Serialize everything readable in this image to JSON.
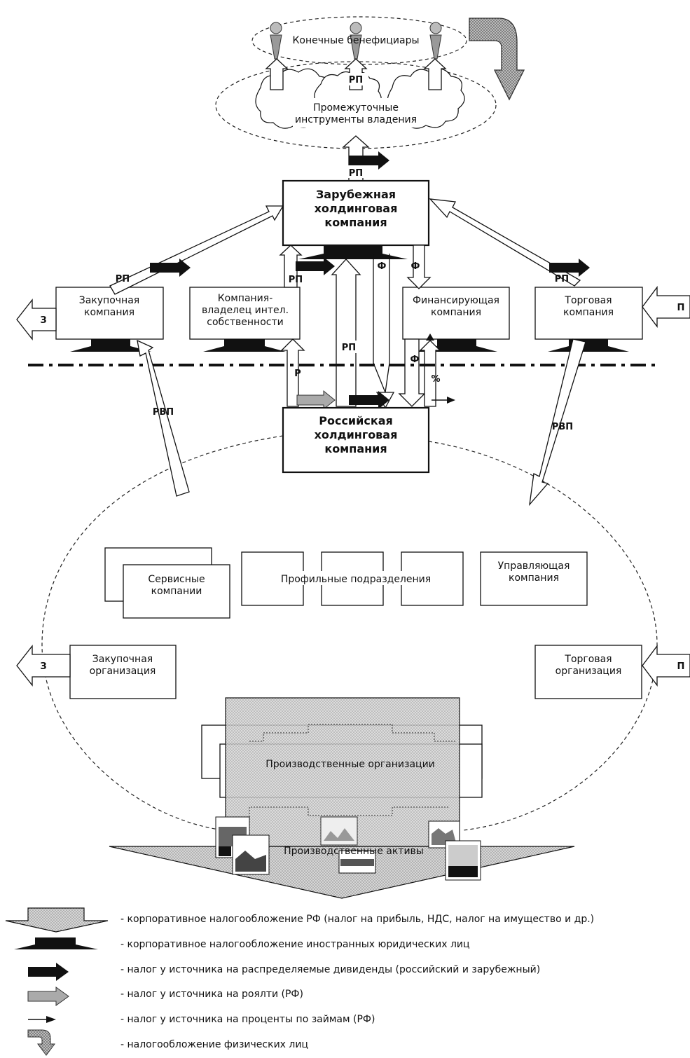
{
  "top": {
    "beneficiaries": "Конечные бенефициары",
    "intermediate_line1": "Промежуточные",
    "intermediate_line2": "инструменты владения"
  },
  "foreign_holding": [
    "Зарубежная",
    "холдинговая",
    "компания"
  ],
  "russian_holding": [
    "Российская",
    "холдинговая",
    "компания"
  ],
  "offshore_row": {
    "procurement": [
      "Закупочная",
      "компания"
    ],
    "ip_owner": [
      "Компания-",
      "владелец интел.",
      "собственности"
    ],
    "financing": [
      "Финансирующая",
      "компания"
    ],
    "trading": [
      "Торговая",
      "компания"
    ]
  },
  "russia": {
    "service": [
      "Сервисные",
      "компании"
    ],
    "profile_divisions": "Профильные подразделения",
    "managing": [
      "Управляющая",
      "компания"
    ],
    "procurement_org": [
      "Закупочная",
      "организация"
    ],
    "trading_org": [
      "Торговая",
      "организация"
    ],
    "production_orgs": "Производственные организации",
    "production_assets": "Производственные активы"
  },
  "codes": {
    "rp": "РП",
    "rvp": "РВП",
    "r": "Р",
    "f": "Ф",
    "pct": "%",
    "z": "З",
    "p": "П"
  },
  "legend": [
    "- корпоративное налогообложение РФ (налог на прибыль, НДС, налог на имущество и др.)",
    "- корпоративное налогообложение иностранных юридических лиц",
    "- налог у источника на распределяемые дивиденды (российский и зарубежный)",
    "- налог у источника на роялти (РФ)",
    "- налог у источника на проценты по займам (РФ)",
    "- налогообложение физических лиц"
  ]
}
